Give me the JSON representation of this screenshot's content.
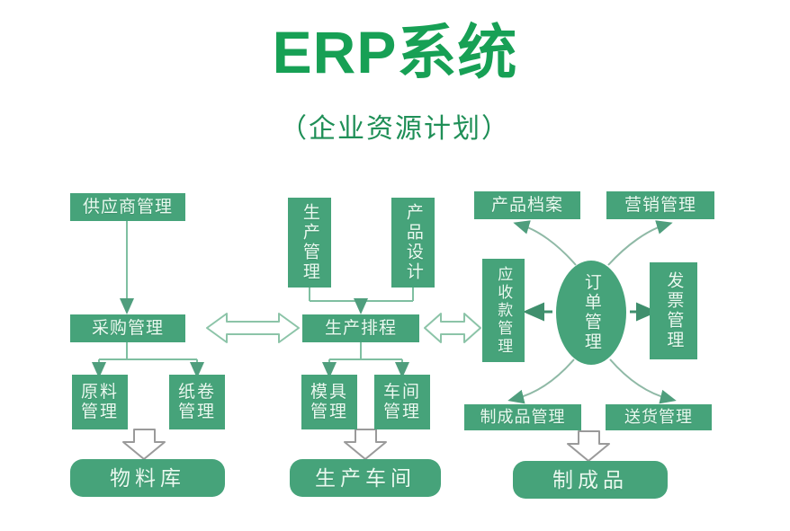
{
  "header": {
    "title": "ERP系统",
    "subtitle": "（企业资源计划）"
  },
  "colors": {
    "title_green": "#17a055",
    "subtitle_green": "#1f8f57",
    "box_fill": "#46a37a",
    "box_text": "#eafaf0",
    "connector": "#7fbfa1",
    "background": "#ffffff"
  },
  "diagram": {
    "type": "flowchart",
    "columns": [
      {
        "name": "procurement",
        "nodes": [
          {
            "id": "supplier_mgmt",
            "label": "供应商管理",
            "shape": "rect"
          },
          {
            "id": "purchase_mgmt",
            "label": "采购管理",
            "shape": "rect"
          },
          {
            "id": "raw_material_mgmt",
            "label": "原料管理",
            "shape": "rect"
          },
          {
            "id": "paper_roll_mgmt",
            "label": "纸卷管理",
            "shape": "rect"
          },
          {
            "id": "material_warehouse",
            "label": "物料库",
            "shape": "rounded"
          }
        ]
      },
      {
        "name": "production",
        "nodes": [
          {
            "id": "production_mgmt",
            "label": "生产管理",
            "shape": "rect-vertical"
          },
          {
            "id": "product_design",
            "label": "产品设计",
            "shape": "rect-vertical"
          },
          {
            "id": "production_schedule",
            "label": "生产排程",
            "shape": "rect"
          },
          {
            "id": "mold_mgmt",
            "label": "模具管理",
            "shape": "rect"
          },
          {
            "id": "workshop_mgmt",
            "label": "车间管理",
            "shape": "rect"
          },
          {
            "id": "production_workshop",
            "label": "生产车间",
            "shape": "rounded"
          }
        ]
      },
      {
        "name": "sales",
        "nodes": [
          {
            "id": "product_archive",
            "label": "产品档案",
            "shape": "rect"
          },
          {
            "id": "marketing_mgmt",
            "label": "营销管理",
            "shape": "rect"
          },
          {
            "id": "receivables_mgmt",
            "label": "应收款管理",
            "shape": "rect-vertical"
          },
          {
            "id": "order_mgmt",
            "label": "订单管理",
            "shape": "ellipse"
          },
          {
            "id": "invoice_mgmt",
            "label": "发票管理",
            "shape": "rect-vertical"
          },
          {
            "id": "finished_goods_mgmt",
            "label": "制成品管理",
            "shape": "rect"
          },
          {
            "id": "delivery_mgmt",
            "label": "送货管理",
            "shape": "rect"
          },
          {
            "id": "finished_products",
            "label": "制成品",
            "shape": "rounded"
          }
        ]
      }
    ],
    "connectors": [
      {
        "id": "supplier-to-purchase",
        "from": "supplier_mgmt",
        "to": "purchase_mgmt",
        "style": "solid-arrow"
      },
      {
        "id": "purchase-to-raw",
        "from": "purchase_mgmt",
        "to": "raw_material_mgmt",
        "style": "solid-arrow"
      },
      {
        "id": "purchase-to-paper",
        "from": "purchase_mgmt",
        "to": "paper_roll_mgmt",
        "style": "solid-arrow"
      },
      {
        "id": "raw-paper-to-warehouse",
        "from": "raw_material_mgmt",
        "to": "material_warehouse",
        "style": "hollow-arrow"
      },
      {
        "id": "prodmgmt-to-schedule",
        "from": "production_mgmt",
        "to": "production_schedule",
        "style": "solid-arrow"
      },
      {
        "id": "design-to-schedule",
        "from": "product_design",
        "to": "production_schedule",
        "style": "solid-arrow"
      },
      {
        "id": "schedule-to-mold",
        "from": "production_schedule",
        "to": "mold_mgmt",
        "style": "solid-arrow"
      },
      {
        "id": "schedule-to-workshop",
        "from": "production_schedule",
        "to": "workshop_mgmt",
        "style": "solid-arrow"
      },
      {
        "id": "mold-workshop-to-prodshop",
        "from": "mold_mgmt",
        "to": "production_workshop",
        "style": "hollow-arrow"
      },
      {
        "id": "purchase-schedule-link",
        "from": "purchase_mgmt",
        "to": "production_schedule",
        "style": "hollow-double-arrow"
      },
      {
        "id": "schedule-receivables-link",
        "from": "production_schedule",
        "to": "receivables_mgmt",
        "style": "hollow-double-arrow"
      },
      {
        "id": "order-to-receivables",
        "from": "order_mgmt",
        "to": "receivables_mgmt",
        "style": "solid-arrow"
      },
      {
        "id": "order-to-invoice",
        "from": "order_mgmt",
        "to": "invoice_mgmt",
        "style": "solid-arrow"
      },
      {
        "id": "order-to-archive",
        "from": "order_mgmt",
        "to": "product_archive",
        "style": "curved-arrow"
      },
      {
        "id": "order-to-marketing",
        "from": "order_mgmt",
        "to": "marketing_mgmt",
        "style": "curved-arrow"
      },
      {
        "id": "order-to-finished-goods",
        "from": "order_mgmt",
        "to": "finished_goods_mgmt",
        "style": "curved-arrow"
      },
      {
        "id": "order-to-delivery",
        "from": "order_mgmt",
        "to": "delivery_mgmt",
        "style": "curved-arrow"
      },
      {
        "id": "finished-to-products",
        "from": "finished_goods_mgmt",
        "to": "finished_products",
        "style": "hollow-arrow"
      }
    ]
  }
}
